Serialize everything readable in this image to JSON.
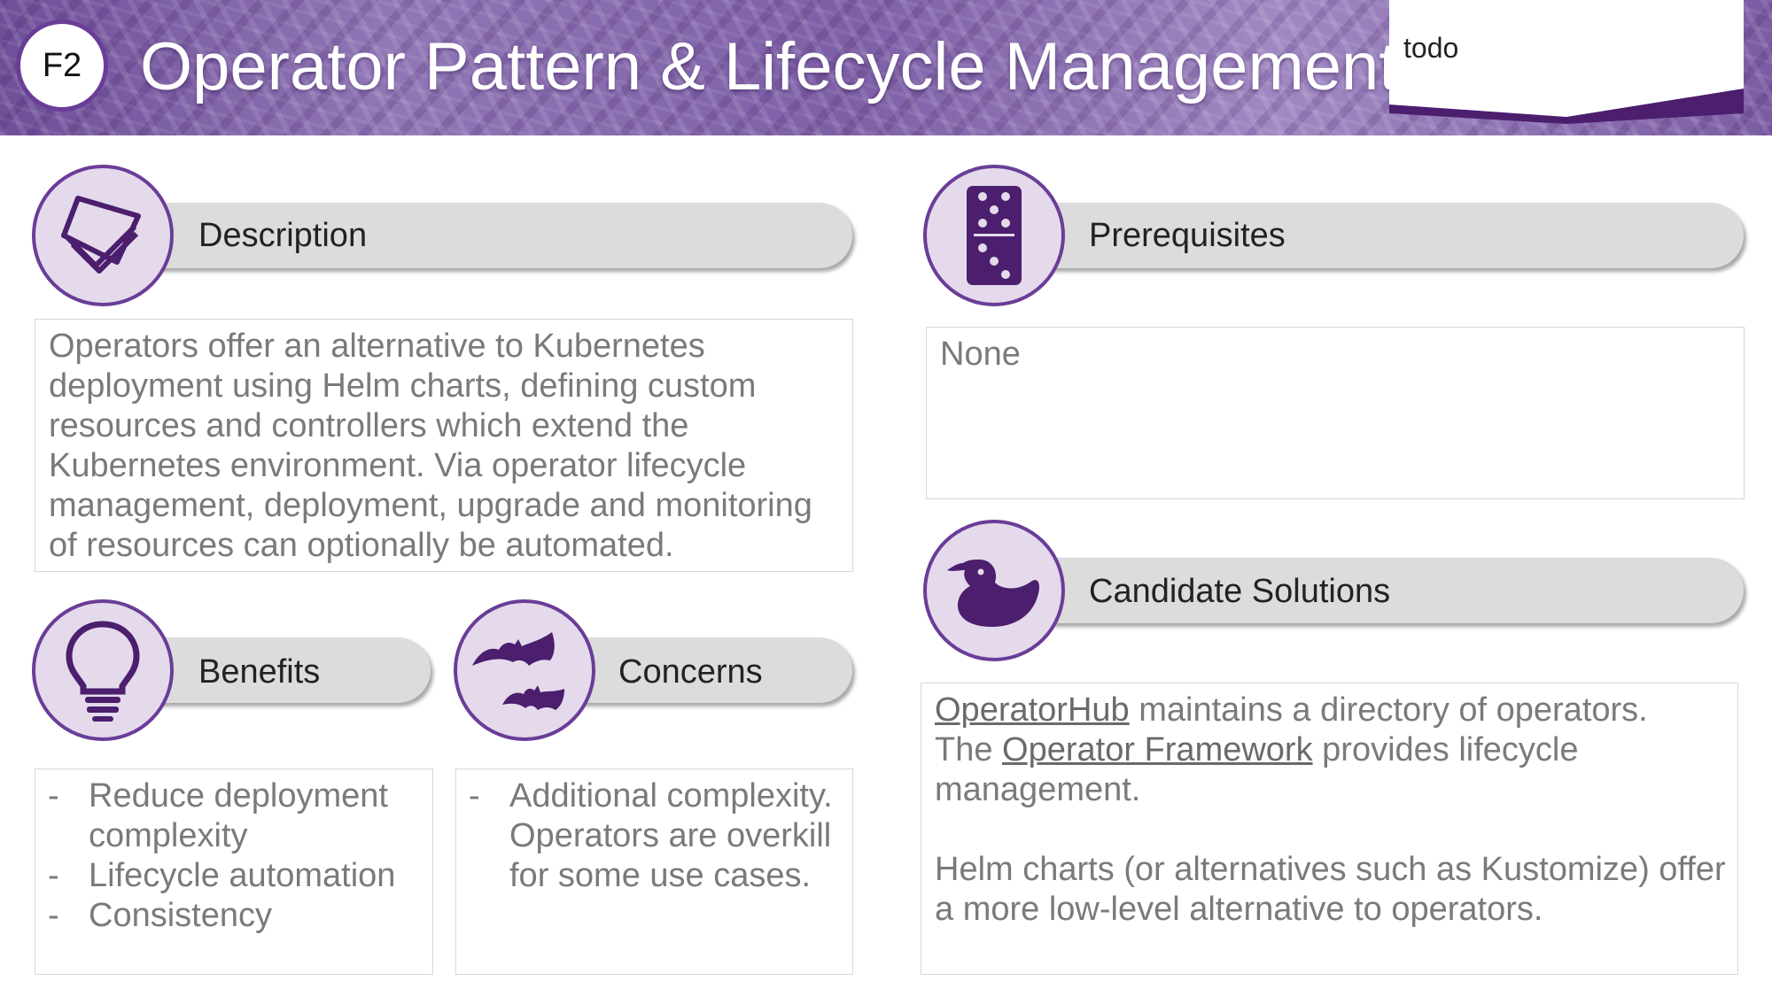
{
  "header": {
    "badge": "F2",
    "title": "Operator Pattern & Lifecycle Management",
    "note": "todo"
  },
  "colors": {
    "accent": "#6a3d98",
    "icon_fill": "#4b1e6e",
    "circle_bg": "#e4daec",
    "pill_bg": "#dcdcdc",
    "body_text": "#7a7a7a"
  },
  "description": {
    "label": "Description",
    "icon": "stacked-papers-icon",
    "text": "Operators offer an alternative to Kubernetes deployment using Helm charts, defining custom resources and controllers which extend the Kubernetes environment. Via operator lifecycle management, deployment, upgrade and monitoring of resources can optionally be automated."
  },
  "prerequisites": {
    "label": "Prerequisites",
    "icon": "domino-icon",
    "text": "None"
  },
  "benefits": {
    "label": "Benefits",
    "icon": "lightbulb-icon",
    "items": [
      "Reduce deployment complexity",
      "Lifecycle automation",
      "Consistency"
    ]
  },
  "concerns": {
    "label": "Concerns",
    "icon": "bats-icon",
    "items": [
      "Additional complexity. Operators are overkill for some use cases."
    ]
  },
  "candidate_solutions": {
    "label": "Candidate Solutions",
    "icon": "rubber-duck-icon",
    "para1": {
      "link1": "OperatorHub",
      "text1": " maintains a directory of operators.",
      "pre2": "The ",
      "link2": "Operator Framework",
      "text2": " provides lifecycle management."
    },
    "para2": "Helm charts (or alternatives such as Kustomize) offer a more low-level alternative to operators."
  }
}
